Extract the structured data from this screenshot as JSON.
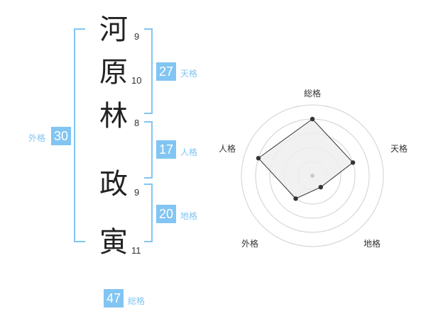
{
  "name_chars": [
    {
      "char": "河",
      "strokes": "9"
    },
    {
      "char": "原",
      "strokes": "10"
    },
    {
      "char": "林",
      "strokes": "8"
    },
    {
      "char": "政",
      "strokes": "9"
    },
    {
      "char": "寅",
      "strokes": "11"
    }
  ],
  "scores": {
    "tenkaku": {
      "value": "27",
      "label": "天格"
    },
    "jinkaku": {
      "value": "17",
      "label": "人格"
    },
    "chikaku": {
      "value": "20",
      "label": "地格"
    },
    "gaikaku": {
      "value": "30",
      "label": "外格"
    },
    "soukaku": {
      "value": "47",
      "label": "総格"
    }
  },
  "colors": {
    "accent": "#82c5f2",
    "text": "#222222",
    "grid": "#d0d0d0",
    "fill": "#eeeeee"
  },
  "chart_data": {
    "type": "radar",
    "axes": [
      "総格",
      "天格",
      "地格",
      "外格",
      "人格"
    ],
    "values": [
      4,
      3,
      1,
      2,
      4
    ],
    "max": 5
  }
}
